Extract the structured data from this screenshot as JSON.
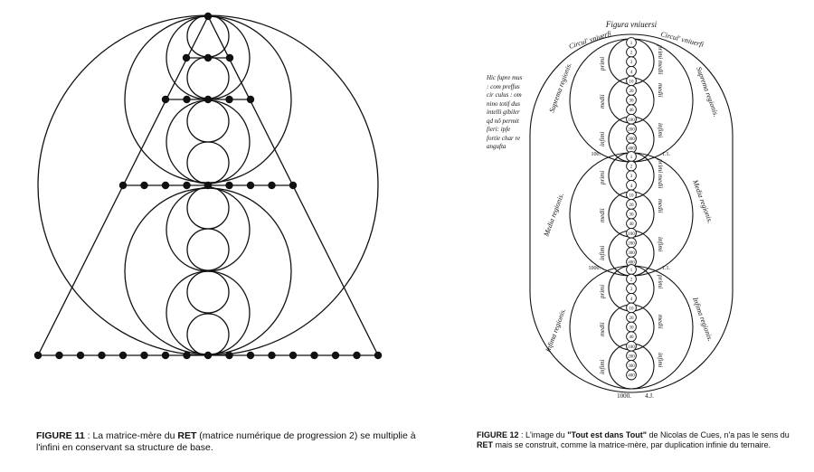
{
  "figure11": {
    "caption_label": "FIGURE 11",
    "caption_text_a": " : La matrice-mère du ",
    "caption_bold": "RET",
    "caption_text_b": " (matrice numérique de progression 2) se multiplie à l'infini en conservant sa structure de base."
  },
  "figure12": {
    "caption_label": "FIGURE 12",
    "caption_text_a": " : L'image du ",
    "caption_bold_a": "\"Tout est dans Tout\"",
    "caption_text_b": " de Nicolas de Cues, n'a pas le sens du ",
    "caption_bold_b": "RET",
    "caption_text_c": " mais se construit, comme la matrice-mère, par duplication infinie du ternaire.",
    "top_label": "Figura vniuersi",
    "arc_left": "Circul' vniuerfi",
    "arc_right": "Circul' vniuerfi",
    "side_note": "Hic fupre mus : com preffus cir culus : om nino totif dus intelli gibiler qd nõ permit fieri: ipfe fortie char re angufta",
    "region_upper_left": "Suprema regionis.",
    "region_upper_right": "Suprema regionis.",
    "region_middle_left": "Media regionis.",
    "region_middle_right": "Media regionis.",
    "region_lower_left": "Infima regionis.",
    "region_lower_right": "Infima regionis.",
    "col_primi": "primi",
    "col_medii": "medii",
    "col_infimi": "infimi",
    "col_primi_medii": "primi medii",
    "col_primi_infimi": "primi infimi",
    "bottom_label": "1000.",
    "bottom_label_right": "4.J.",
    "upper_numbers": [
      "1",
      "2",
      "3",
      "4",
      "10",
      "20",
      "30",
      "40",
      "100",
      "200",
      "300",
      "400"
    ],
    "middle_numbers": [
      "1",
      "2",
      "3",
      "4",
      "10",
      "20",
      "30",
      "40",
      "100",
      "200",
      "300",
      "400"
    ],
    "lower_numbers": [
      "1",
      "2",
      "3",
      "4",
      "10",
      "20",
      "30",
      "40",
      "100",
      "200",
      "300",
      "400"
    ],
    "mark_a_left": "100.",
    "mark_a_right": "1.1.",
    "mark_b_left": "1000.",
    "mark_b_right": "1.1."
  }
}
